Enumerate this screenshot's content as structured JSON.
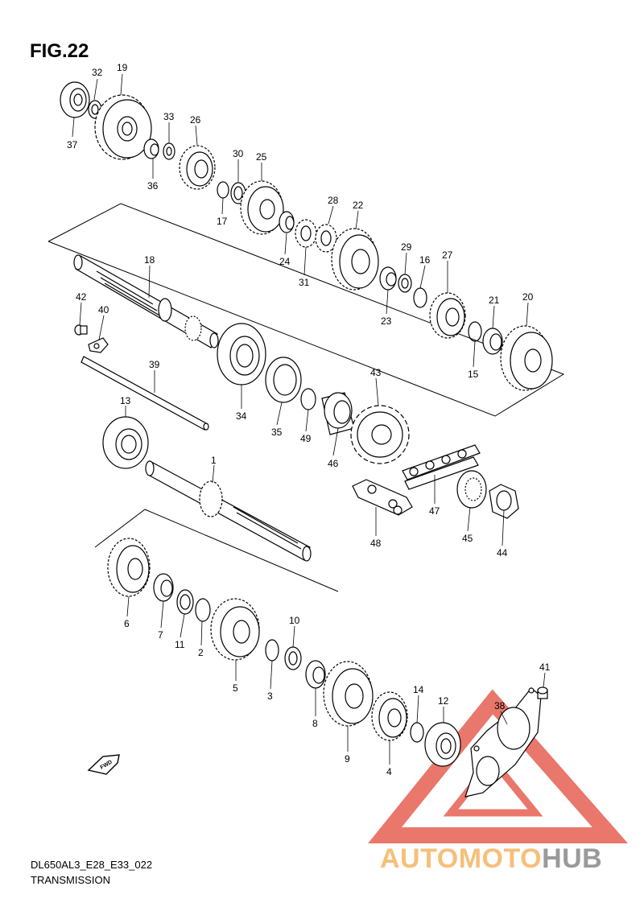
{
  "figure": {
    "title": "FIG.22",
    "model_code": "DL650AL3_E28_E33_022",
    "section_name": "TRANSMISSION",
    "direction_marker": "FWD"
  },
  "watermark": {
    "part_a": "AUTOMOTO",
    "part_b": "HUB",
    "color_a": "#f6bf7a",
    "color_b": "#9a9a9a",
    "triangle_color": "#e24a3b"
  },
  "callouts": [
    {
      "id": "32",
      "label": "32"
    },
    {
      "id": "19",
      "label": "19"
    },
    {
      "id": "37",
      "label": "37"
    },
    {
      "id": "33",
      "label": "33"
    },
    {
      "id": "26",
      "label": "26"
    },
    {
      "id": "36",
      "label": "36"
    },
    {
      "id": "30",
      "label": "30"
    },
    {
      "id": "25",
      "label": "25"
    },
    {
      "id": "17",
      "label": "17"
    },
    {
      "id": "28",
      "label": "28"
    },
    {
      "id": "22",
      "label": "22"
    },
    {
      "id": "24",
      "label": "24"
    },
    {
      "id": "31",
      "label": "31"
    },
    {
      "id": "29",
      "label": "29"
    },
    {
      "id": "16",
      "label": "16"
    },
    {
      "id": "27",
      "label": "27"
    },
    {
      "id": "23",
      "label": "23"
    },
    {
      "id": "21",
      "label": "21"
    },
    {
      "id": "20",
      "label": "20"
    },
    {
      "id": "15",
      "label": "15"
    },
    {
      "id": "18",
      "label": "18"
    },
    {
      "id": "42",
      "label": "42"
    },
    {
      "id": "40",
      "label": "40"
    },
    {
      "id": "39",
      "label": "39"
    },
    {
      "id": "43",
      "label": "43"
    },
    {
      "id": "34",
      "label": "34"
    },
    {
      "id": "35",
      "label": "35"
    },
    {
      "id": "49",
      "label": "49"
    },
    {
      "id": "46",
      "label": "46"
    },
    {
      "id": "13",
      "label": "13"
    },
    {
      "id": "1",
      "label": "1"
    },
    {
      "id": "47",
      "label": "47"
    },
    {
      "id": "45",
      "label": "45"
    },
    {
      "id": "44",
      "label": "44"
    },
    {
      "id": "48",
      "label": "48"
    },
    {
      "id": "6",
      "label": "6"
    },
    {
      "id": "7",
      "label": "7"
    },
    {
      "id": "11",
      "label": "11"
    },
    {
      "id": "2",
      "label": "2"
    },
    {
      "id": "10",
      "label": "10"
    },
    {
      "id": "5",
      "label": "5"
    },
    {
      "id": "3",
      "label": "3"
    },
    {
      "id": "41",
      "label": "41"
    },
    {
      "id": "14",
      "label": "14"
    },
    {
      "id": "12",
      "label": "12"
    },
    {
      "id": "38",
      "label": "38"
    },
    {
      "id": "8",
      "label": "8"
    },
    {
      "id": "9",
      "label": "9"
    },
    {
      "id": "4",
      "label": "4"
    }
  ]
}
